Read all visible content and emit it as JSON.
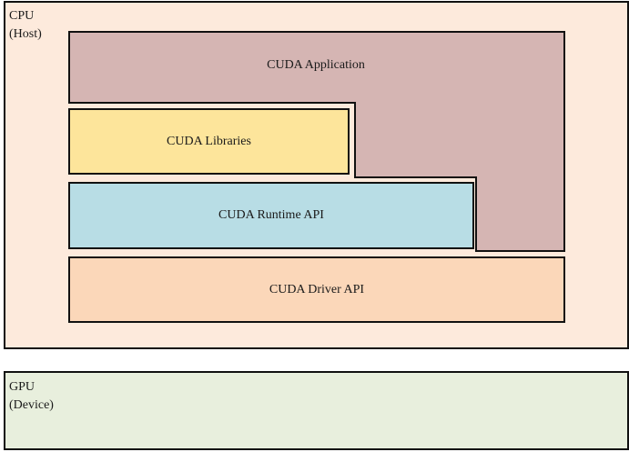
{
  "cpu": {
    "title": "CPU",
    "subtitle": "(Host)",
    "color": "#fdeadc"
  },
  "gpu": {
    "title": "GPU",
    "subtitle": "(Device)",
    "color": "#e8efdd"
  },
  "layers": {
    "application": {
      "label": "CUDA Application",
      "color": "#d5b5b3"
    },
    "libraries": {
      "label": "CUDA Libraries",
      "color": "#fde59b"
    },
    "runtime": {
      "label": "CUDA Runtime API",
      "color": "#b8dde5"
    },
    "driver": {
      "label": "CUDA Driver API",
      "color": "#fbd7b9"
    }
  }
}
